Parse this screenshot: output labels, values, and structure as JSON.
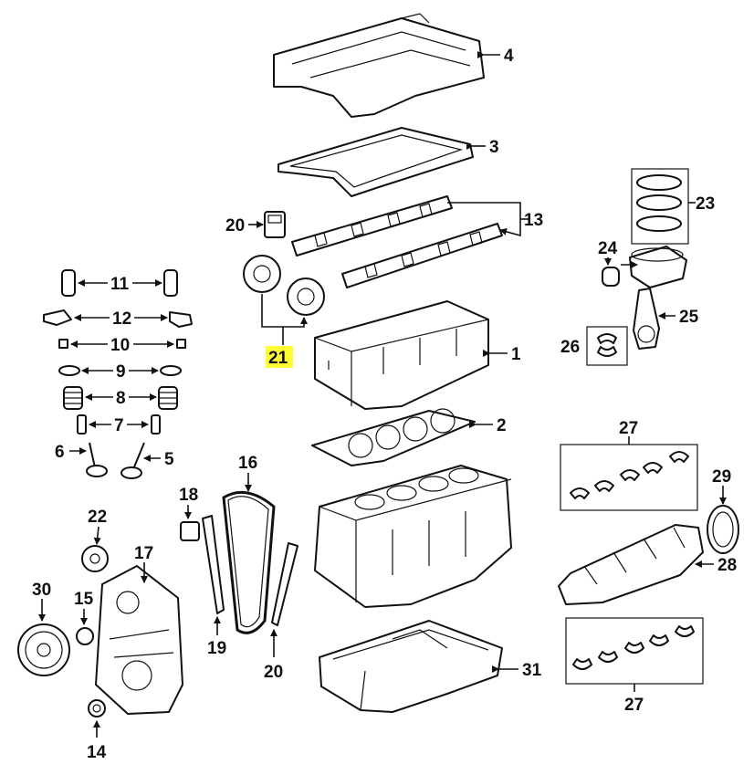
{
  "highlight_color": "#ffff33",
  "ink_color": "#111111",
  "callouts": {
    "c1": "1",
    "c2": "2",
    "c3": "3",
    "c4": "4",
    "c5": "5",
    "c6": "6",
    "c7": "7",
    "c8": "8",
    "c9": "9",
    "c10": "10",
    "c11": "11",
    "c12": "12",
    "c13": "13",
    "c14": "14",
    "c15": "15",
    "c16": "16",
    "c17": "17",
    "c18": "18",
    "c19": "19",
    "c20a": "20",
    "c20b": "20",
    "c21": "21",
    "c22": "22",
    "c23": "23",
    "c24": "24",
    "c25": "25",
    "c26": "26",
    "c27a": "27",
    "c27b": "27",
    "c28": "28",
    "c29": "29",
    "c30": "30",
    "c31": "31"
  },
  "highlighted_callout": "21"
}
